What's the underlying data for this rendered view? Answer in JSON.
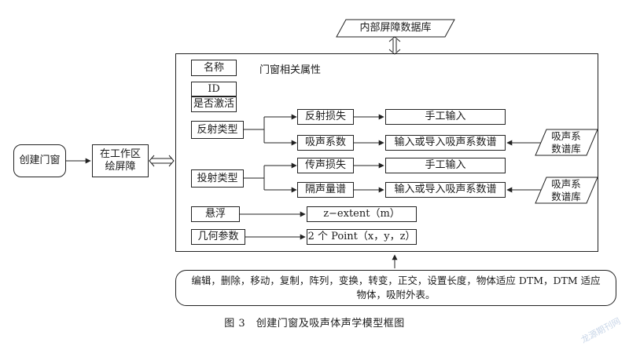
{
  "database": {
    "label": "内部屏障数据库"
  },
  "left": {
    "create_label": "创建门窗",
    "draw_label": "在工作区\n绘屏障"
  },
  "attributes": {
    "name": "名称",
    "title": "门窗相关属性",
    "id": "ID",
    "activate": "是否激活"
  },
  "reflection": {
    "type": "反射类型",
    "loss": "反射损失",
    "loss_value": "手工输入",
    "absorb": "吸声系数",
    "absorb_value": "输入或导入吸声系数谱",
    "db": "吸声系\n数谱库"
  },
  "transmission": {
    "type": "投射类型",
    "loss": "传声损失",
    "loss_value": "手工输入",
    "spectrum": "隔声量谱",
    "spectrum_value": "输入或导入吸声系数谱",
    "db": "吸声系\n数谱库"
  },
  "float": {
    "label": "悬浮",
    "value": "z−extent（m）"
  },
  "geometry": {
    "label": "几何参数",
    "value": "2 个 Point（x，y，z）"
  },
  "operations": {
    "text": "编辑，删除，移动，复制，阵列，变换，转变，正交，设置长度，物体适应 DTM，DTM 适应物体，吸附外表。"
  },
  "caption": "图 3　创建门窗及吸声体声学模型框图",
  "watermark": "龙源期刊网"
}
